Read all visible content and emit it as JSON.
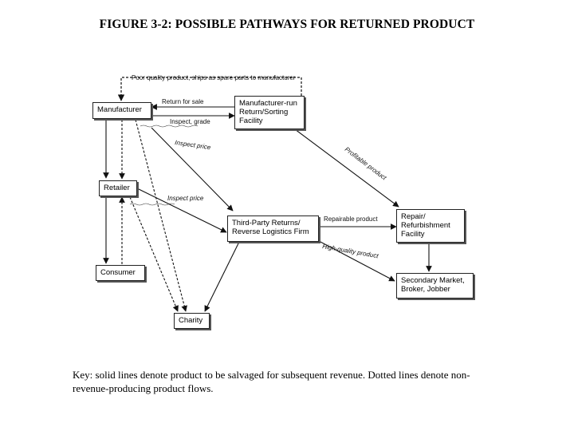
{
  "figure": {
    "title": "FIGURE 3-2: POSSIBLE PATHWAYS FOR RETURNED PRODUCT"
  },
  "nodes": {
    "manufacturer": "Manufacturer",
    "return_facility": "Manufacturer-run\nReturn/Sorting\nFacility",
    "retailer": "Retailer",
    "consumer": "Consumer",
    "third_party": "Third-Party Returns/\nReverse Logistics Firm",
    "repair": "Repair/\nRefurbishment\nFacility",
    "secondary": "Secondary Market,\nBroker, Jobber",
    "charity": "Charity"
  },
  "edge_labels": {
    "poor_quality": "Poor quality product, ships as spare parts to manufacturer",
    "return_for_sale": "Return for sale",
    "inspect_grade": "Inspect, grade",
    "inspect_price_1": "Inspect price",
    "inspect_price_2": "Inspect price",
    "profitable_product": "Profitable product",
    "repairable_product": "Repairable product",
    "high_quality_product": "High-quality product"
  },
  "key": {
    "text": "Key: solid lines denote product to be salvaged for subsequent revenue. Dotted lines denote non-revenue-producing product flows."
  }
}
